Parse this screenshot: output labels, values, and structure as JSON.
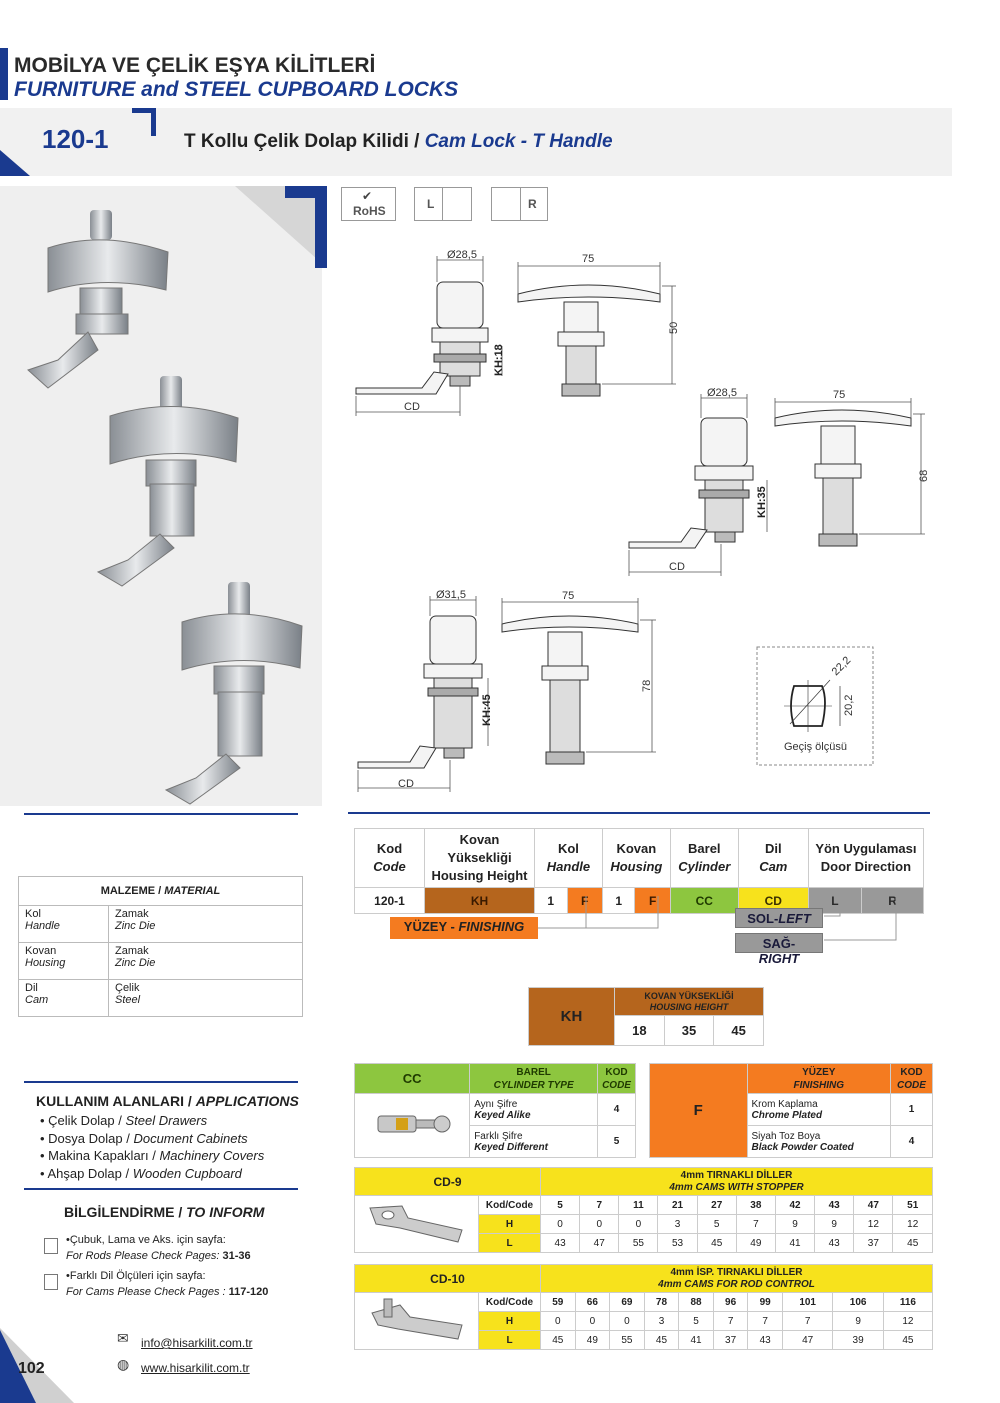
{
  "header": {
    "title_tr": "MOBİLYA VE ÇELİK EŞYA KİLİTLERİ",
    "title_en": "FURNITURE and STEEL CUPBOARD LOCKS"
  },
  "model": {
    "code": "120-1",
    "name_tr": "T Kollu Çelik Dolap Kilidi /",
    "name_en": "Cam Lock - T Handle"
  },
  "icons": {
    "rohs": "RoHS",
    "left": "L",
    "right": "R"
  },
  "drawings": {
    "d1": {
      "dia": "Ø28,5",
      "width": "75",
      "height": "50",
      "kh": "KH:18",
      "cd": "CD"
    },
    "d2": {
      "dia": "Ø28,5",
      "width": "75",
      "height": "68",
      "kh": "KH:35",
      "cd": "CD"
    },
    "d3": {
      "dia": "Ø31,5",
      "width": "75",
      "height": "78",
      "kh": "KH:45",
      "cd": "CD"
    },
    "cutout": {
      "a": "22,2",
      "b": "20,2",
      "label": "Geçiş ölçüsü"
    }
  },
  "order": {
    "headers": [
      {
        "tr": "Kod",
        "en": "Code"
      },
      {
        "tr": "Kovan Yüksekliği",
        "en": "Housing Height"
      },
      {
        "tr": "Kol",
        "en": "Handle"
      },
      {
        "tr": "Kovan",
        "en": "Housing"
      },
      {
        "tr": "Barel",
        "en": "Cylinder"
      },
      {
        "tr": "Dil",
        "en": "Cam"
      },
      {
        "tr": "Yön Uygulaması",
        "en": "Door Direction"
      }
    ],
    "row": [
      "120-1",
      "KH",
      "1",
      "F",
      "1",
      "F",
      "CC",
      "CD",
      "L",
      "R"
    ],
    "finishing_tr": "YÜZEY -",
    "finishing_en": "FINISHING",
    "left_tr": "SOL-",
    "left_en": "LEFT",
    "right_tr": "SAĞ-",
    "right_en": "RIGHT"
  },
  "kh_table": {
    "label": "KH",
    "title_tr": "KOVAN YÜKSEKLİĞİ",
    "title_en": "HOUSING HEIGHT",
    "values": [
      "18",
      "35",
      "45"
    ]
  },
  "material": {
    "title_tr": "MALZEME /",
    "title_en": "MATERIAL",
    "rows": [
      {
        "part_tr": "Kol",
        "part_en": "Handle",
        "mat_tr": "Zamak",
        "mat_en": "Zinc Die"
      },
      {
        "part_tr": "Kovan",
        "part_en": "Housing",
        "mat_tr": "Zamak",
        "mat_en": "Zinc Die"
      },
      {
        "part_tr": "Dil",
        "part_en": "Cam",
        "mat_tr": "Çelik",
        "mat_en": "Steel"
      }
    ]
  },
  "applications": {
    "title_tr": "KULLANIM ALANLARI /",
    "title_en": "APPLICATIONS",
    "items": [
      {
        "tr": "Çelik Dolap /",
        "en": "Steel Drawers"
      },
      {
        "tr": "Dosya Dolap /",
        "en": "Document Cabinets"
      },
      {
        "tr": "Makina Kapakları /",
        "en": "Machinery Covers"
      },
      {
        "tr": "Ahşap Dolap /",
        "en": "Wooden Cupboard"
      }
    ]
  },
  "inform": {
    "title_tr": "BİLGİLENDİRME /",
    "title_en": "TO INFORM",
    "notes": [
      {
        "tr": "•Çubuk, Lama ve Aks. için sayfa:",
        "en": "For Rods Please Check Pages:",
        "pages": "31-36"
      },
      {
        "tr": "•Farklı Dil Ölçüleri için sayfa:",
        "en": "For Cams Please Check Pages :",
        "pages": "117-120"
      }
    ]
  },
  "contact": {
    "email": "info@hisarkilit.com.tr",
    "web": "www.hisarkilit.com.tr"
  },
  "page_number": "102",
  "cc_table": {
    "label": "CC",
    "col1_tr": "BAREL",
    "col1_en": "CYLINDER TYPE",
    "col2_tr": "KOD",
    "col2_en": "CODE",
    "rows": [
      {
        "tr": "Aynı Şifre",
        "en": "Keyed Alike",
        "code": "4"
      },
      {
        "tr": "Farklı Şifre",
        "en": "Keyed Different",
        "code": "5"
      }
    ]
  },
  "f_table": {
    "label": "F",
    "col1_tr": "YÜZEY",
    "col1_en": "FINISHING",
    "col2_tr": "KOD",
    "col2_en": "CODE",
    "rows": [
      {
        "tr": "Krom Kaplama",
        "en": "Chrome Plated",
        "code": "1"
      },
      {
        "tr": "Siyah Toz Boya",
        "en": "Black Powder Coated",
        "code": "4"
      }
    ]
  },
  "cd9": {
    "label": "CD-9",
    "title_tr": "4mm TIRNAKLI DİLLER",
    "title_en": "4mm CAMS WITH STOPPER",
    "row_labels": [
      "Kod/Code",
      "H",
      "L"
    ],
    "codes": [
      "5",
      "7",
      "11",
      "21",
      "27",
      "38",
      "42",
      "43",
      "47",
      "51"
    ],
    "h": [
      "0",
      "0",
      "0",
      "3",
      "5",
      "7",
      "9",
      "9",
      "12",
      "12"
    ],
    "l": [
      "43",
      "47",
      "55",
      "53",
      "45",
      "49",
      "41",
      "43",
      "37",
      "45"
    ]
  },
  "cd10": {
    "label": "CD-10",
    "title_tr": "4mm İSP. TIRNAKLI DİLLER",
    "title_en": "4mm CAMS FOR ROD CONTROL",
    "row_labels": [
      "Kod/Code",
      "H",
      "L"
    ],
    "codes": [
      "59",
      "66",
      "69",
      "78",
      "88",
      "96",
      "99",
      "101",
      "106",
      "116"
    ],
    "h": [
      "0",
      "0",
      "0",
      "3",
      "5",
      "7",
      "7",
      "7",
      "9",
      "12"
    ],
    "l": [
      "45",
      "49",
      "55",
      "45",
      "41",
      "37",
      "43",
      "47",
      "39",
      "45"
    ]
  },
  "colors": {
    "brand_blue": "#1a3a8f",
    "kh_brown": "#b5651d",
    "finish_orange": "#f47b20",
    "cylinder_green": "#8dc63f",
    "cam_yellow": "#f7e21c",
    "direction_gray": "#999999"
  }
}
